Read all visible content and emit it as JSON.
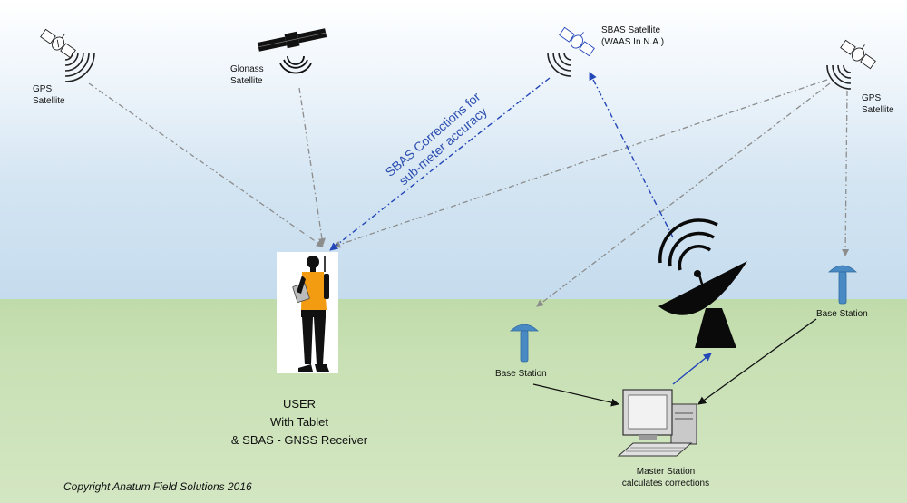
{
  "labels": {
    "gps_left": [
      "GPS",
      "Satellite"
    ],
    "glonass": [
      "Glonass",
      "Satellite"
    ],
    "sbas_sat": [
      "SBAS Satellite",
      "(WAAS In N.A.)"
    ],
    "gps_right": [
      "GPS",
      "Satellite"
    ],
    "base_station_left": "Base Station",
    "base_station_right": "Base Station",
    "master_station": [
      "Master Station",
      "calculates corrections"
    ]
  },
  "sbas_note": [
    "SBAS Corrections for",
    "sub-meter accuracy"
  ],
  "user_caption": [
    "USER",
    "With Tablet",
    "& SBAS - GNSS Receiver"
  ],
  "copyright": "Copyright Anatum Field Solutions 2016",
  "colors": {
    "gray_link": "#8c8c8c",
    "blue_link": "#2346b8",
    "dark_link": "#111111",
    "base_station": "#4a8ac4",
    "user_shirt": "#f39c12"
  },
  "icons": [
    "gps-satellite-icon",
    "glonass-satellite-icon",
    "sbas-satellite-icon",
    "user-figure-icon",
    "satellite-dish-icon",
    "base-station-icon",
    "computer-icon"
  ]
}
